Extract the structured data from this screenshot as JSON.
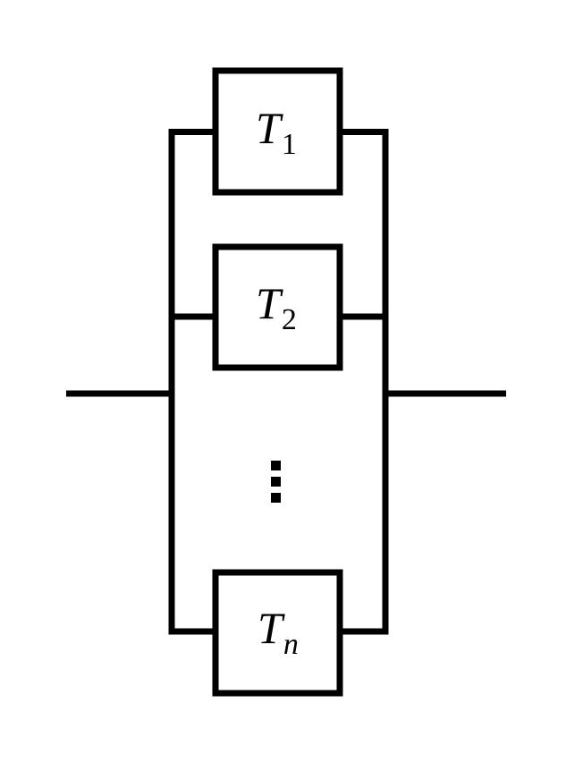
{
  "diagram": {
    "elements": [
      {
        "symbol": "T",
        "subscript": "1",
        "subscript_italic": false
      },
      {
        "symbol": "T",
        "subscript": "2",
        "subscript_italic": false
      },
      {
        "symbol": "T",
        "subscript": "n",
        "subscript_italic": true
      }
    ],
    "ellipsis": "⋮",
    "line_color": "#000000",
    "background_color": "#ffffff"
  }
}
